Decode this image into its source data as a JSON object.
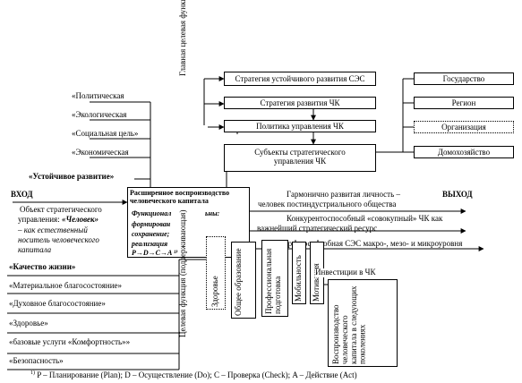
{
  "main_function": "Главная целевая функция (управляющая)",
  "strategy_boxes": [
    "Стратегия устойчивого развития СЭС",
    "Стратегия развития ЧК",
    "Политика управления ЧК",
    "Субъекты стратегического управления ЧК"
  ],
  "right_boxes": [
    "Государство",
    "Регион",
    "Организация",
    "Домохозяйство"
  ],
  "left_items": [
    "«Политическая",
    "«Экологическая",
    "«Социальная цель»",
    "«Экономическая"
  ],
  "sustainable": "«Устойчивое развитие»",
  "input_label": "ВХОД",
  "object_lines": [
    "Объект стратегического",
    "управления: ",
    "«Человек»",
    "– как естественный",
    "носитель человеческого",
    "капитала"
  ],
  "quality_label": "«Качество жизни»",
  "quality_items": [
    "«Материальное благосостояние»",
    "«Духовное благосостояние»",
    "«Здоровье»",
    "«базовые услуги «Комфортность»»",
    "«Безопасность»"
  ],
  "central_box": {
    "title": "Расширенное воспроизводство человеческого капитала",
    "line1": "Функционал",
    "line1b": "ьны:",
    "line2": "формирован",
    "line3": "сохранение;",
    "line4": "реализация",
    "line5": "P→D→C→A ¹⁾"
  },
  "target_function": "Целевая функция (поддерживающая)",
  "output_label": "ВЫХОД",
  "outputs": [
    "Гармонично развитая личность –",
    "человек постиндустриального общества",
    "Конкурентоспособный «совокупный» ЧК как",
    "важнейший стратегический ресурс",
    "Конкурентоспособная СЭС макро-, мезо- и микроуровня"
  ],
  "vertical_boxes": [
    "Здоровье",
    "Общее образование",
    "Профессиональная подготовка",
    "Мобильность",
    "Мотивация"
  ],
  "invest_label": "Инвестиции в ЧК",
  "reproduction": "Воспроизводство человеческого капитала в следующих поколениях",
  "footnote_sup": "1)",
  "footnote": "P – Планирование (Plan); D – Осуществление (Do); C – Проверка (Check); A – Действие (Act)"
}
